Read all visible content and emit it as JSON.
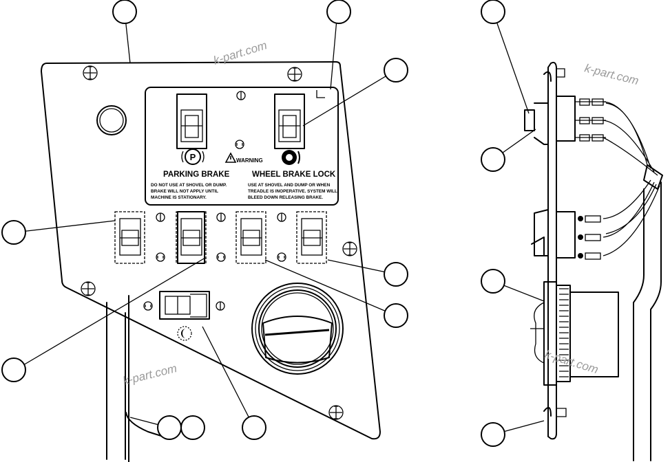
{
  "panel": {
    "parking_label": "PARKING BRAKE",
    "wheel_lock_label": "WHEEL BRAKE LOCK",
    "warning_label": "WARNING",
    "parking_icon_letter": "P",
    "parking_note": [
      "DO NOT USE AT SHOVEL OR DUMP.",
      "BRAKE WILL NOT APPLY UNTIL",
      "MACHINE IS STATIONARY."
    ],
    "wheel_lock_note": [
      "USE AT SHOVEL AND DUMP OR WHEN",
      "TREADLE IS INOPERATIVE. SYSTEM WILL",
      "BLEED DOWN RELEASING BRAKE."
    ]
  },
  "watermarks": [
    "k-part.com",
    "k-part.com",
    "k-part.com",
    "k-part.com"
  ]
}
